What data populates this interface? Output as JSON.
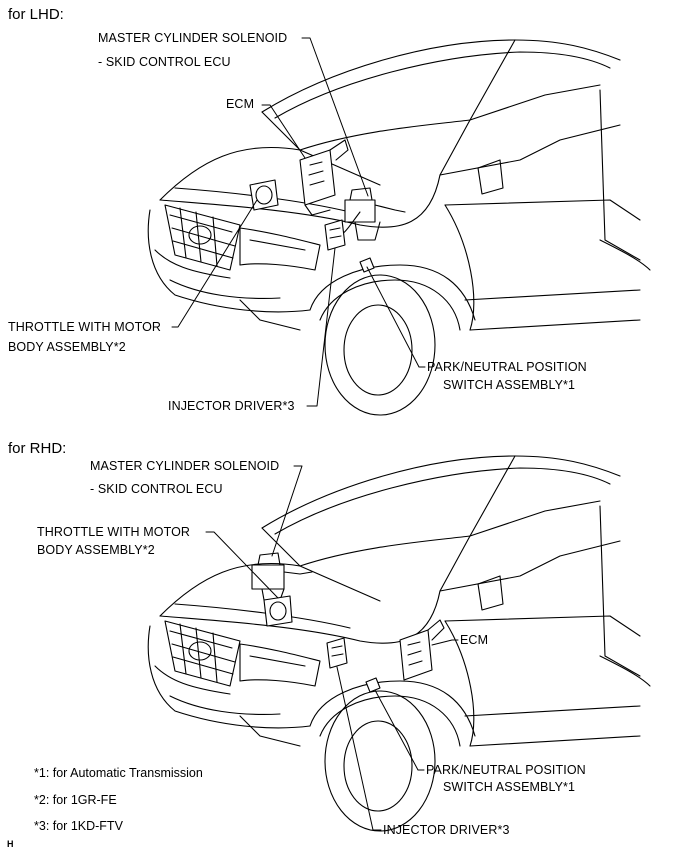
{
  "lhd": {
    "heading": "for LHD:",
    "labels": {
      "master_cylinder_line1": "MASTER CYLINDER SOLENOID",
      "master_cylinder_line2": "- SKID CONTROL ECU",
      "ecm": "ECM",
      "throttle_line1": "THROTTLE WITH MOTOR",
      "throttle_line2": "BODY ASSEMBLY*2",
      "park_neutral_line1": "PARK/NEUTRAL POSITION",
      "park_neutral_line2": "SWITCH ASSEMBLY*1",
      "injector_driver": "INJECTOR DRIVER*3"
    }
  },
  "rhd": {
    "heading": "for RHD:",
    "labels": {
      "master_cylinder_line1": "MASTER CYLINDER SOLENOID",
      "master_cylinder_line2": "- SKID CONTROL ECU",
      "throttle_line1": "THROTTLE WITH MOTOR",
      "throttle_line2": "BODY ASSEMBLY*2",
      "ecm": "ECM",
      "park_neutral_line1": "PARK/NEUTRAL POSITION",
      "park_neutral_line2": "SWITCH ASSEMBLY*1",
      "injector_driver": "INJECTOR DRIVER*3"
    }
  },
  "footnotes": [
    "*1: for Automatic Transmission",
    "*2: for 1GR-FE",
    "*3: for 1KD-FTV"
  ],
  "corner_mark": "H"
}
